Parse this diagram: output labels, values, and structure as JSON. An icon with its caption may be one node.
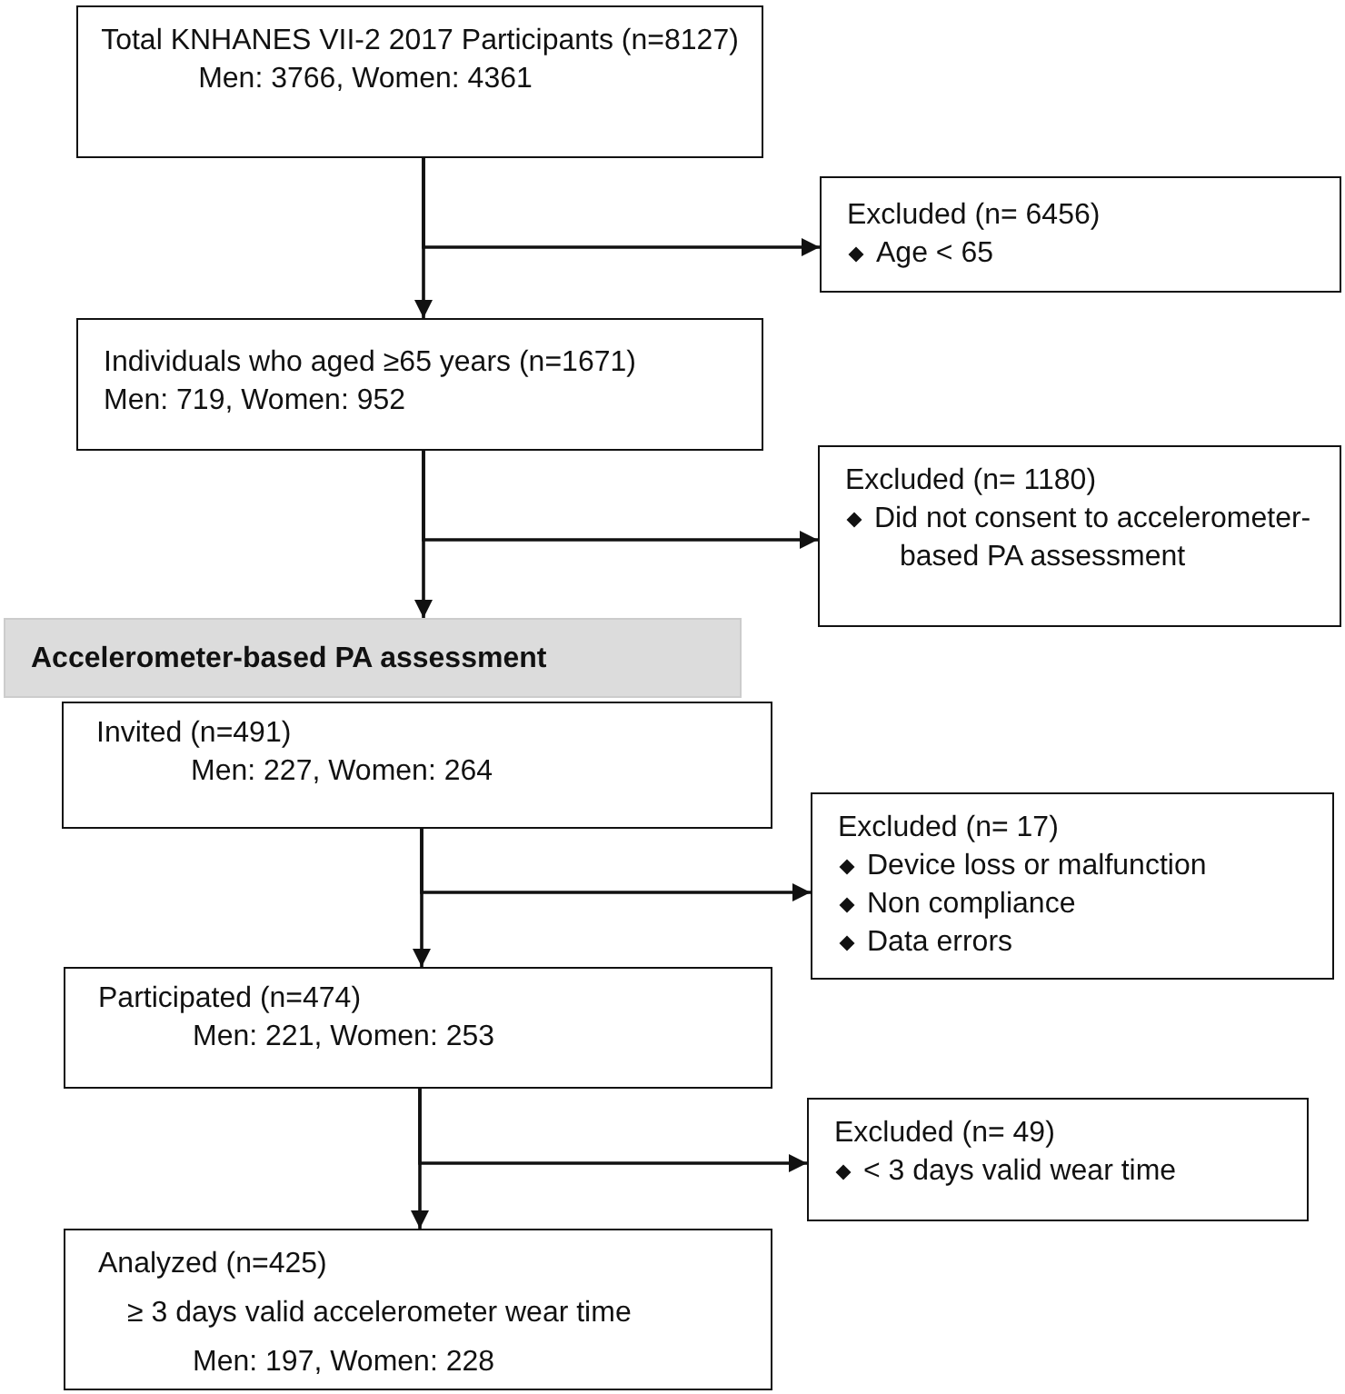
{
  "diagram": {
    "nodes": [
      {
        "text": [
          "Total KNHANES VII-2 2017 Participants (n=8127)",
          "Men: 3766,  Women: 4361"
        ]
      },
      {
        "text": [
          "Excluded (n= 6456)",
          "Age < 65"
        ]
      },
      {
        "text": [
          "Individuals who aged ≥65 years (n=1671)",
          "Men: 719,  Women: 952"
        ]
      },
      {
        "text": [
          "Excluded (n= 1180)",
          "Did not consent to accelerometer-based PA assessment"
        ]
      },
      {
        "text": [
          "Accelerometer-based PA assessment"
        ]
      },
      {
        "text": [
          "Invited (n=491)",
          "Men: 227,  Women: 264"
        ]
      },
      {
        "text": [
          "Excluded (n= 17)",
          "Device loss or malfunction",
          "Non compliance",
          "Data errors"
        ]
      },
      {
        "text": [
          "Participated (n=474)",
          "Men: 221,  Women: 253"
        ]
      },
      {
        "text": [
          "Excluded (n= 49)",
          "< 3 days valid wear time"
        ]
      },
      {
        "text": [
          "Analyzed (n=425)",
          "≥ 3 days valid accelerometer wear time",
          "Men: 197,  Women: 228"
        ]
      }
    ],
    "edges": [
      {
        "from": 0,
        "to": 2,
        "arrow": "to"
      },
      {
        "from": 0,
        "to": 1,
        "arrow": "to"
      },
      {
        "from": 2,
        "to": 4,
        "arrow": "to"
      },
      {
        "from": 2,
        "to": 3,
        "arrow": "to"
      },
      {
        "from": 5,
        "to": 7,
        "arrow": "to"
      },
      {
        "from": 5,
        "to": 6,
        "arrow": "to"
      },
      {
        "from": 7,
        "to": 9,
        "arrow": "to"
      },
      {
        "from": 7,
        "to": 8,
        "arrow": "to"
      }
    ]
  }
}
